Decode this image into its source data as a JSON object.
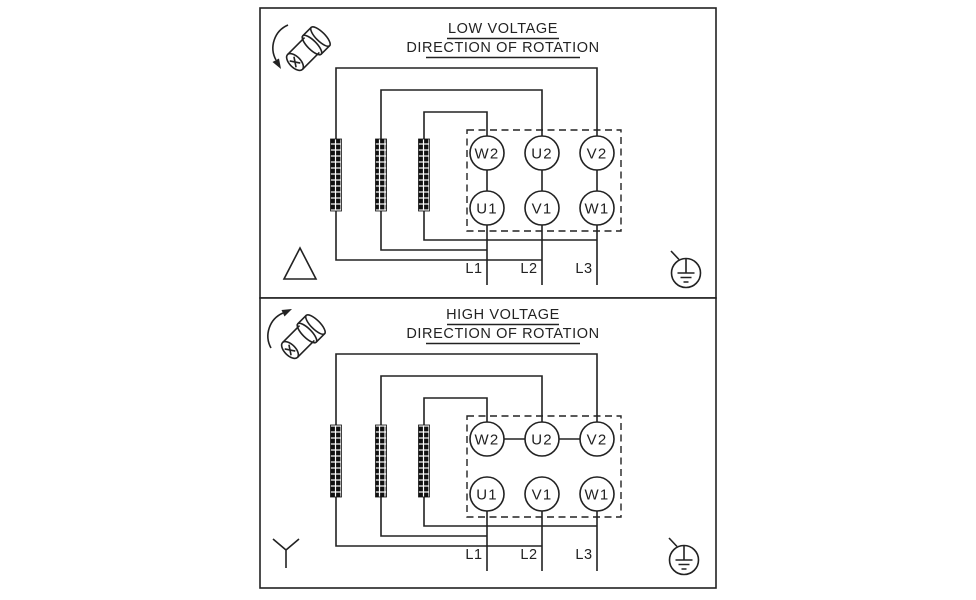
{
  "diagram": {
    "panels": [
      {
        "id": "low-voltage",
        "title": "LOW VOLTAGE",
        "subtitle": "DIRECTION OF ROTATION",
        "connection_symbol": "delta",
        "terminals_top": [
          "W2",
          "U2",
          "V2"
        ],
        "terminals_bottom": [
          "U1",
          "V1",
          "W1"
        ],
        "supply_lines": [
          "L1",
          "L2",
          "L3"
        ],
        "icons": [
          "motor-shaft-rotation",
          "delta-connection",
          "earth-ground"
        ]
      },
      {
        "id": "high-voltage",
        "title": "HIGH VOLTAGE",
        "subtitle": "DIRECTION OF ROTATION",
        "connection_symbol": "star",
        "terminals_top": [
          "W2",
          "U2",
          "V2"
        ],
        "terminals_bottom": [
          "U1",
          "V1",
          "W1"
        ],
        "supply_lines": [
          "L1",
          "L2",
          "L3"
        ],
        "icons": [
          "motor-shaft-rotation",
          "wye-connection",
          "earth-ground"
        ]
      }
    ],
    "colors": {
      "line": "#222222",
      "background": "#ffffff"
    }
  }
}
